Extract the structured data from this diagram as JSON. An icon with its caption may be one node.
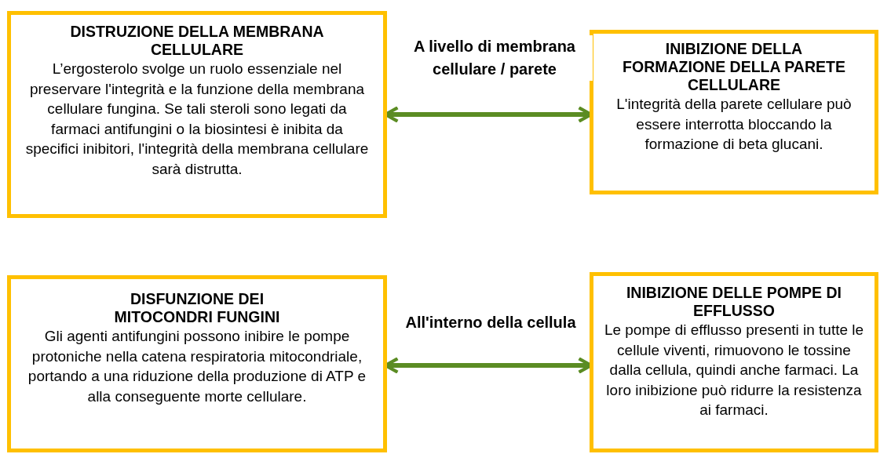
{
  "diagram": {
    "nodes": [
      {
        "text": [
          "DISTRUZIONE DELLA MEMBRANA CELLULARE",
          "L’ergosterolo svolge un ruolo essenziale nel preservare l'integrità e la funzione della membrana cellulare fungina. Se tali steroli sono legati da farmaci antifungini o la biosintesi è inibita da specifici inibitori, l'integrità della membrana cellulare sarà distrutta."
        ]
      },
      {
        "text": [
          "INIBIZIONE DELLA FORMAZIONE DELLA PARETE CELLULARE",
          "L'integrità della parete cellulare può essere interrotta bloccando la formazione di beta glucani."
        ]
      },
      {
        "text": [
          "DISFUNZIONE DEI MITOCONDRI FUNGINI",
          "Gli agenti antifungini possono inibire le pompe protoniche nella catena respiratoria mitocondriale, portando a una riduzione della produzione di ATP e alla conseguente morte cellulare."
        ]
      },
      {
        "text": [
          "INIBIZIONE DELLE POMPE DI EFFLUSSO",
          "Le pompe di efflusso presenti in tutte le cellule viventi, rimuovono le tossine dalla cellula, quindi anche farmaci. La loro inibizione può ridurre la resistenza ai farmaci."
        ]
      }
    ],
    "edges": [
      {
        "from": 0,
        "to": 1,
        "arrow": "both",
        "label": "A livello di membrana cellulare / parete"
      },
      {
        "from": 2,
        "to": 3,
        "arrow": "both",
        "label": "All'interno della cellula"
      }
    ]
  }
}
